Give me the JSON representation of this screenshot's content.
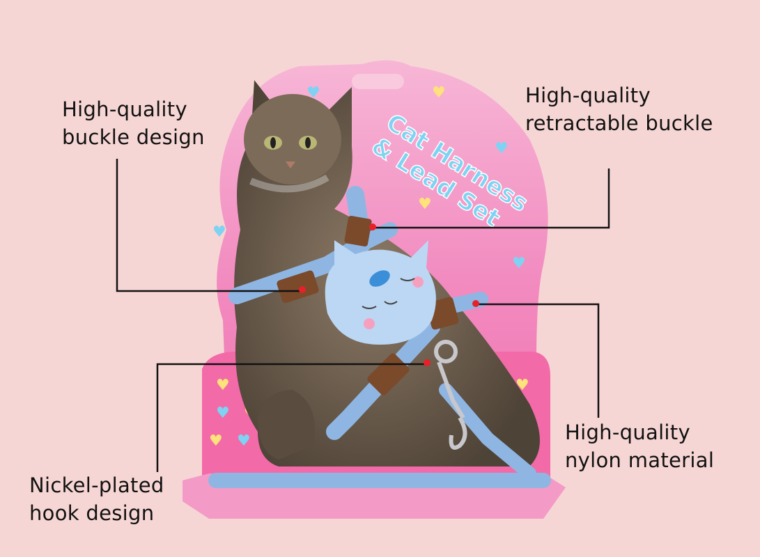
{
  "product_title_line1": "Cat Harness",
  "product_title_line2": "& Lead Set",
  "annotations": {
    "top_left": [
      "High-quality",
      "buckle design"
    ],
    "top_right": [
      "High-quality",
      "retractable buckle"
    ],
    "bottom_right": [
      "High-quality",
      "nylon material"
    ],
    "bottom_left": [
      "Nickel-plated",
      "hook design"
    ]
  },
  "colors": {
    "background": "#f6d6d4",
    "card_pink": "#f48fc0",
    "harness_blue": "#8fb6e3",
    "buckle_brown": "#7a4a2b",
    "pointer_red": "#e8202a",
    "title_blue": "#7fd3f2"
  }
}
